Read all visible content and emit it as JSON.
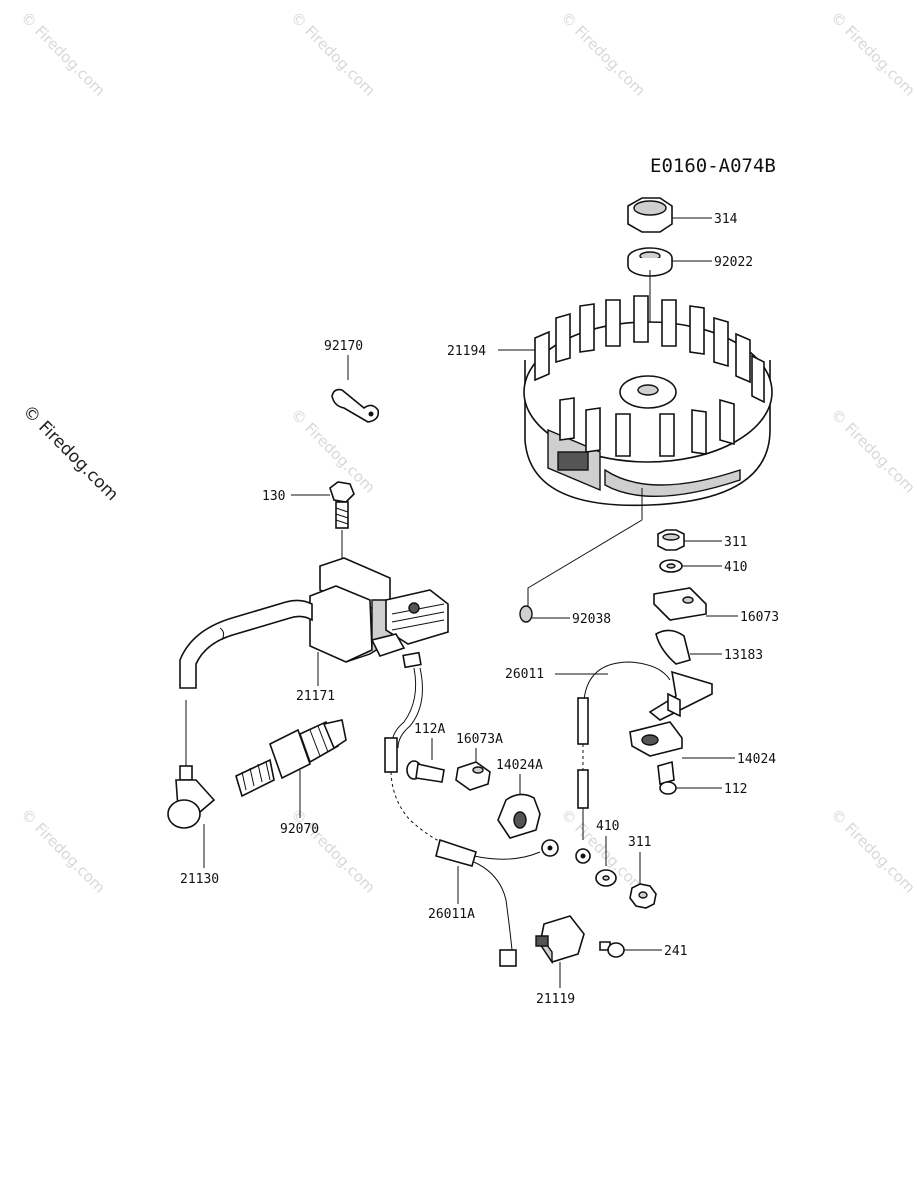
{
  "diagram": {
    "code": "E0160-A074B",
    "watermark": "© Firedog.com",
    "parts": {
      "p314": "314",
      "p92022": "92022",
      "p21194": "21194",
      "p92170": "92170",
      "p130": "130",
      "p311a": "311",
      "p410a": "410",
      "p92038": "92038",
      "p16073": "16073",
      "p13183": "13183",
      "p26011": "26011",
      "p21171": "21171",
      "p112A": "112A",
      "p16073A": "16073A",
      "p14024A": "14024A",
      "p14024": "14024",
      "p112": "112",
      "p410b": "410",
      "p311b": "311",
      "p92070": "92070",
      "p21130": "21130",
      "p26011A": "26011A",
      "p241": "241",
      "p21119": "21119"
    }
  }
}
